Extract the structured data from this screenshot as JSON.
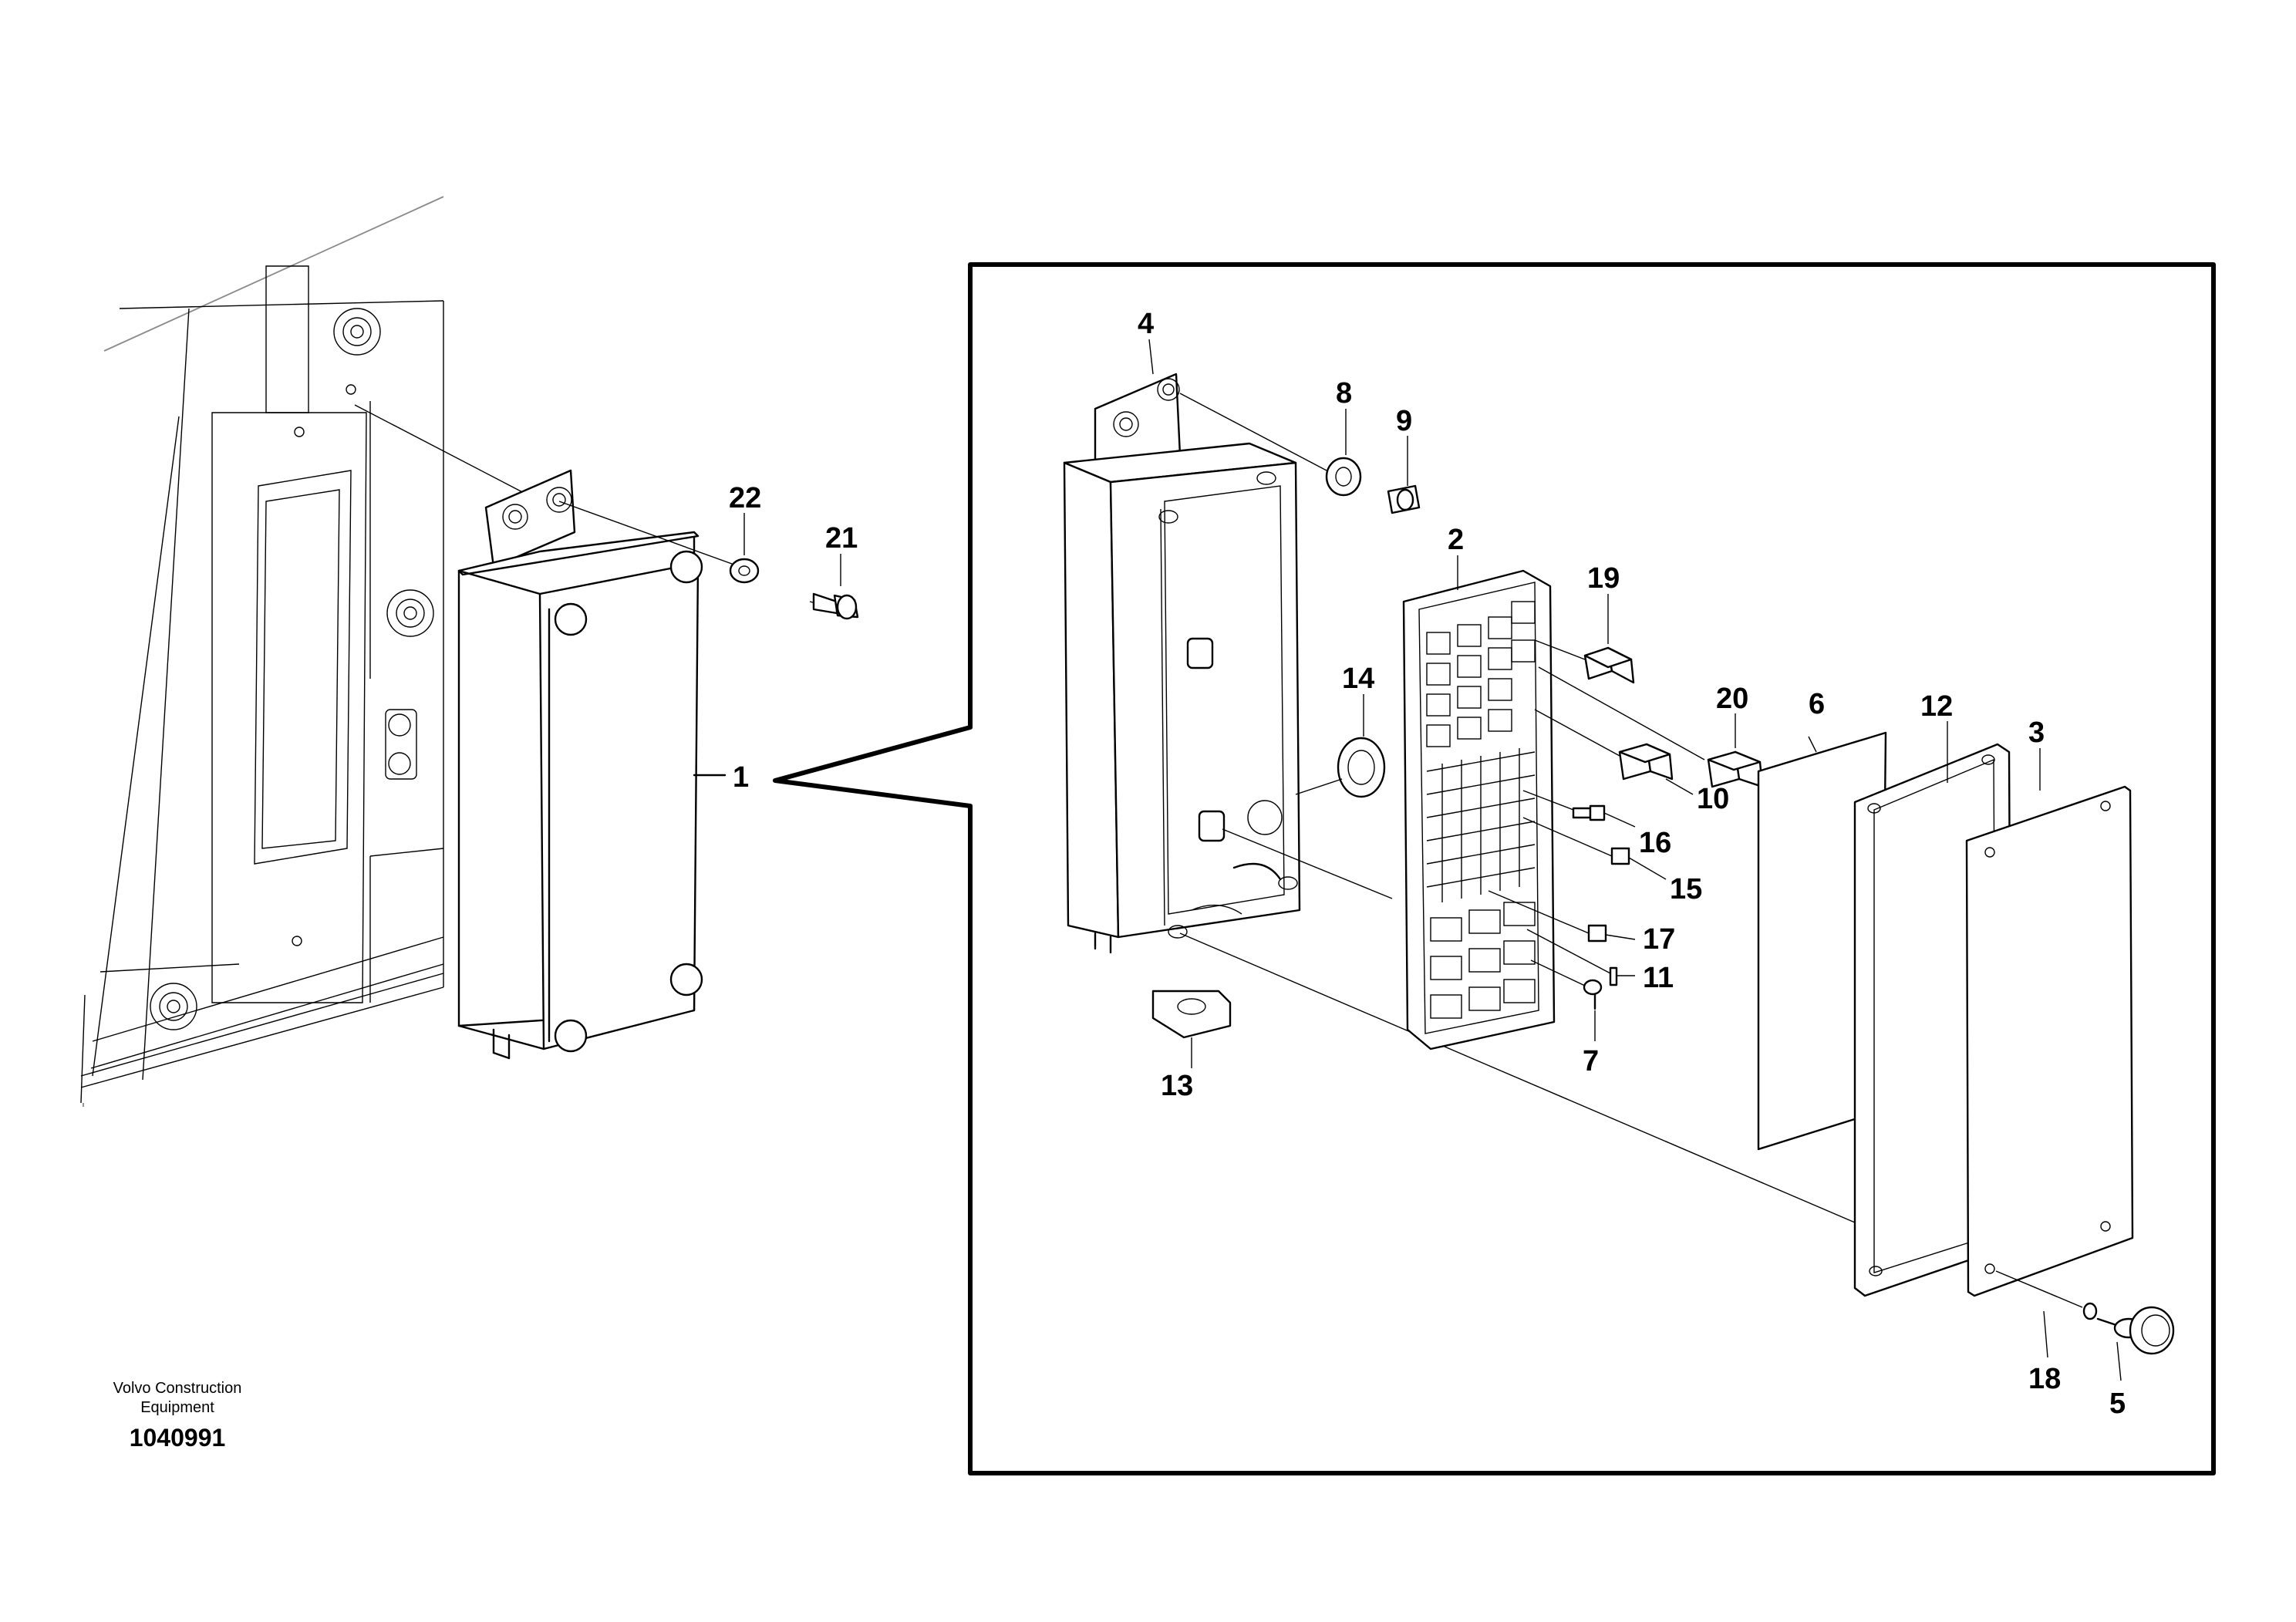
{
  "publisher": {
    "line1": "Volvo Construction",
    "line2": "Equipment"
  },
  "document_number": "1040991",
  "callouts": {
    "c1": "1",
    "c2": "2",
    "c3": "3",
    "c4": "4",
    "c5": "5",
    "c6": "6",
    "c7": "7",
    "c8": "8",
    "c9": "9",
    "c10": "10",
    "c11": "11",
    "c12": "12",
    "c13": "13",
    "c14": "14",
    "c15": "15",
    "c16": "16",
    "c17": "17",
    "c18": "18",
    "c19": "19",
    "c20": "20",
    "c21": "21",
    "c22": "22"
  }
}
